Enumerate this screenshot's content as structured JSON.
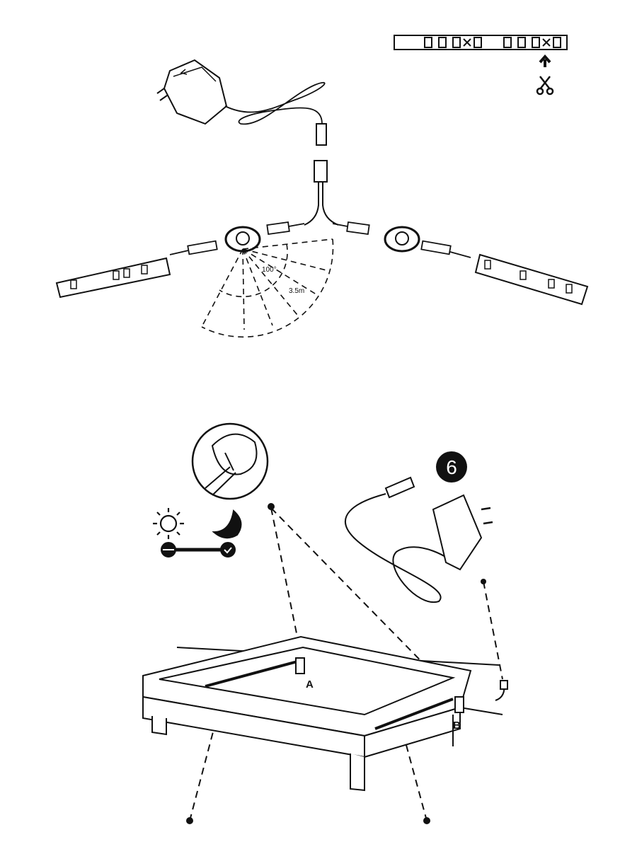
{
  "top_diagram": {
    "angle_label": "100°",
    "range_label": "3.5m"
  },
  "bottom_diagram": {
    "step_number": "6",
    "point_a_label": "A",
    "point_b_label": "B"
  },
  "colors": {
    "ink": "#111111",
    "paper": "#ffffff"
  }
}
